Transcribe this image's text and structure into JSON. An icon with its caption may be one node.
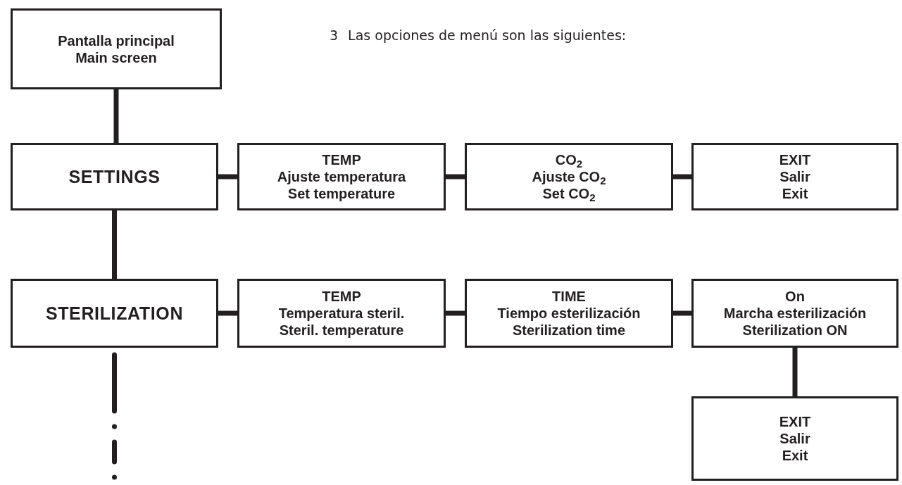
{
  "diagram": {
    "nodes": [
      {
        "text": [
          "Pantalla principal",
          "Main screen"
        ]
      },
      {
        "text": [
          "SETTINGS"
        ]
      },
      {
        "text": [
          "TEMP",
          "Ajuste temperatura",
          "Set temperature"
        ]
      },
      {
        "text": [
          "CO$_{2}$",
          "Ajuste CO$_{2}$",
          "Set CO$_{2}$"
        ]
      },
      {
        "text": [
          "EXIT",
          "Salir",
          "Exit"
        ]
      },
      {
        "text": [
          "STERILIZATION"
        ]
      },
      {
        "text": [
          "TEMP",
          "Temperatura steril.",
          "Steril. temperature"
        ]
      },
      {
        "text": [
          "TIME",
          "Tiempo esterilización",
          "Sterilization time"
        ]
      },
      {
        "text": [
          "On",
          "Marcha esterilización",
          "Sterilization ON"
        ]
      },
      {
        "text": [
          "EXIT",
          "Salir",
          "Exit"
        ]
      }
    ],
    "edges": [
      {
        "from": 0,
        "to": 1,
        "arrow": "none"
      },
      {
        "from": 1,
        "to": 2,
        "arrow": "none"
      },
      {
        "from": 2,
        "to": 3,
        "arrow": "none"
      },
      {
        "from": 3,
        "to": 4,
        "arrow": "none"
      },
      {
        "from": 1,
        "to": 5,
        "arrow": "none"
      },
      {
        "from": 5,
        "to": 6,
        "arrow": "none"
      },
      {
        "from": 6,
        "to": 7,
        "arrow": "none"
      },
      {
        "from": 7,
        "to": 8,
        "arrow": "none"
      },
      {
        "from": 8,
        "to": 9,
        "arrow": "none"
      },
      {
        "from": 5,
        "to": null,
        "arrow": "none",
        "style": "dashed"
      }
    ],
    "labels": [
      "3",
      "Las opciones de menú son las siguientes:"
    ]
  }
}
